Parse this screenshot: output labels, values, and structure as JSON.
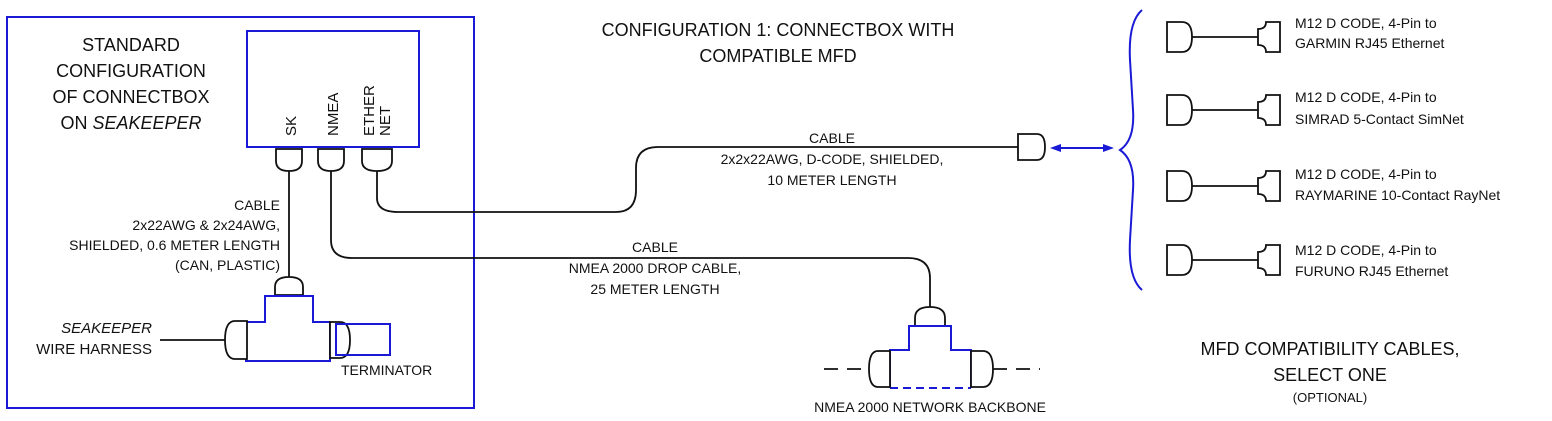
{
  "title": {
    "line1": "CONFIGURATION 1:  CONNECTBOX WITH",
    "line2": "COMPATIBLE MFD"
  },
  "standard_config": {
    "line1": "STANDARD",
    "line2": "CONFIGURATION",
    "line3": "OF CONNECTBOX",
    "line4_prefix": "ON ",
    "line4_italic": "SEAKEEPER"
  },
  "ports": {
    "sk": "SK",
    "nmea": "NMEA",
    "ether": "ETHER",
    "net": "NET"
  },
  "sk_cable": {
    "line1": "CABLE",
    "line2": "2x22AWG & 2x24AWG,",
    "line3": "SHIELDED, 0.6 METER LENGTH",
    "line4": "(CAN, PLASTIC)"
  },
  "harness": {
    "line1": "SEAKEEPER",
    "line2": "WIRE HARNESS"
  },
  "terminator": "TERMINATOR",
  "ethernet_cable": {
    "line1": "CABLE",
    "line2": "2x2x22AWG, D-CODE, SHIELDED,",
    "line3": "10 METER LENGTH"
  },
  "nmea_cable": {
    "line1": "CABLE",
    "line2": "NMEA 2000 DROP CABLE,",
    "line3": "25 METER LENGTH"
  },
  "backbone_label": "NMEA 2000 NETWORK BACKBONE",
  "mfd_cables": [
    {
      "line1": "M12 D CODE, 4-Pin to",
      "line2": "GARMIN RJ45 Ethernet"
    },
    {
      "line1": "M12 D CODE, 4-Pin to",
      "line2": "SIMRAD 5-Contact SimNet"
    },
    {
      "line1": "M12 D CODE, 4-Pin to",
      "line2": "RAYMARINE 10-Contact RayNet"
    },
    {
      "line1": "M12 D CODE, 4-Pin to",
      "line2": "FURUNO RJ45 Ethernet"
    }
  ],
  "mfd_section": {
    "line1": "MFD COMPATIBILITY CABLES,",
    "line2": "SELECT ONE",
    "line3": "(OPTIONAL)"
  },
  "colors": {
    "outline_blue": "#1a1ad6",
    "line_black": "#111111"
  }
}
